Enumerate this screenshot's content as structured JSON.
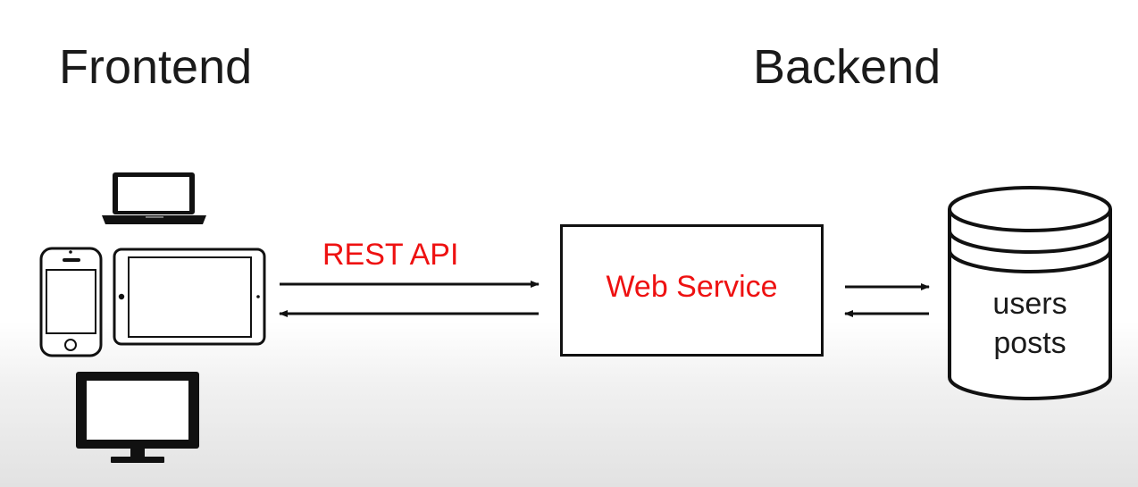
{
  "headings": {
    "frontend": "Frontend",
    "backend": "Backend"
  },
  "connection": {
    "api_label": "REST API"
  },
  "service": {
    "label": "Web Service"
  },
  "database": {
    "lines": [
      "users",
      "posts"
    ]
  },
  "devices": [
    "laptop-icon",
    "smartphone-icon",
    "tablet-icon",
    "desktop-monitor-icon"
  ],
  "colors": {
    "accent_text": "#ee1111",
    "stroke": "#111111",
    "background_bottom": "#e2e2e2"
  }
}
